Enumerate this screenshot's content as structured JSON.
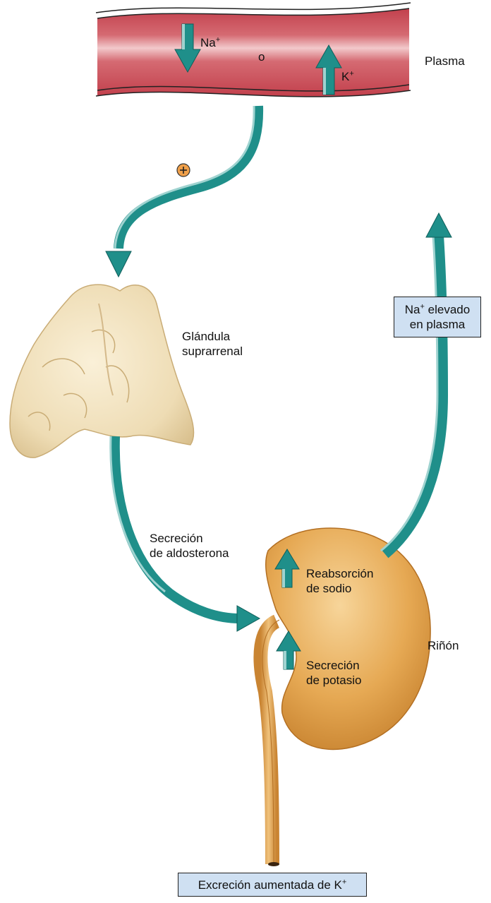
{
  "plasma": {
    "label": "Plasma",
    "ion_na": "Na",
    "ion_k": "K",
    "charge": "+",
    "connector": "o"
  },
  "stimulus": {
    "symbol": "+"
  },
  "adrenal": {
    "line1": "Glándula",
    "line2": "suprarrenal"
  },
  "secretion": {
    "line1": "Secreción",
    "line2": "de aldosterona"
  },
  "kidney": {
    "label": "Riñón",
    "reabsorption_line1": "Reabsorción",
    "reabsorption_line2": "de sodio",
    "secretion_line1": "Secreción",
    "secretion_line2": "de potasio"
  },
  "result_na": {
    "ion": "Na",
    "charge": "+",
    "rest": " elevado",
    "line2": "en plasma"
  },
  "result_k": {
    "text": "Excreción aumentada de K",
    "charge": "+"
  },
  "colors": {
    "arrow": "#1f8f8a",
    "arrow_light": "#9fd3d0",
    "vessel": "#cc4a55",
    "adrenal": "#efdcb6",
    "kidney": "#e0a04a",
    "box": "#cfe0f2"
  }
}
